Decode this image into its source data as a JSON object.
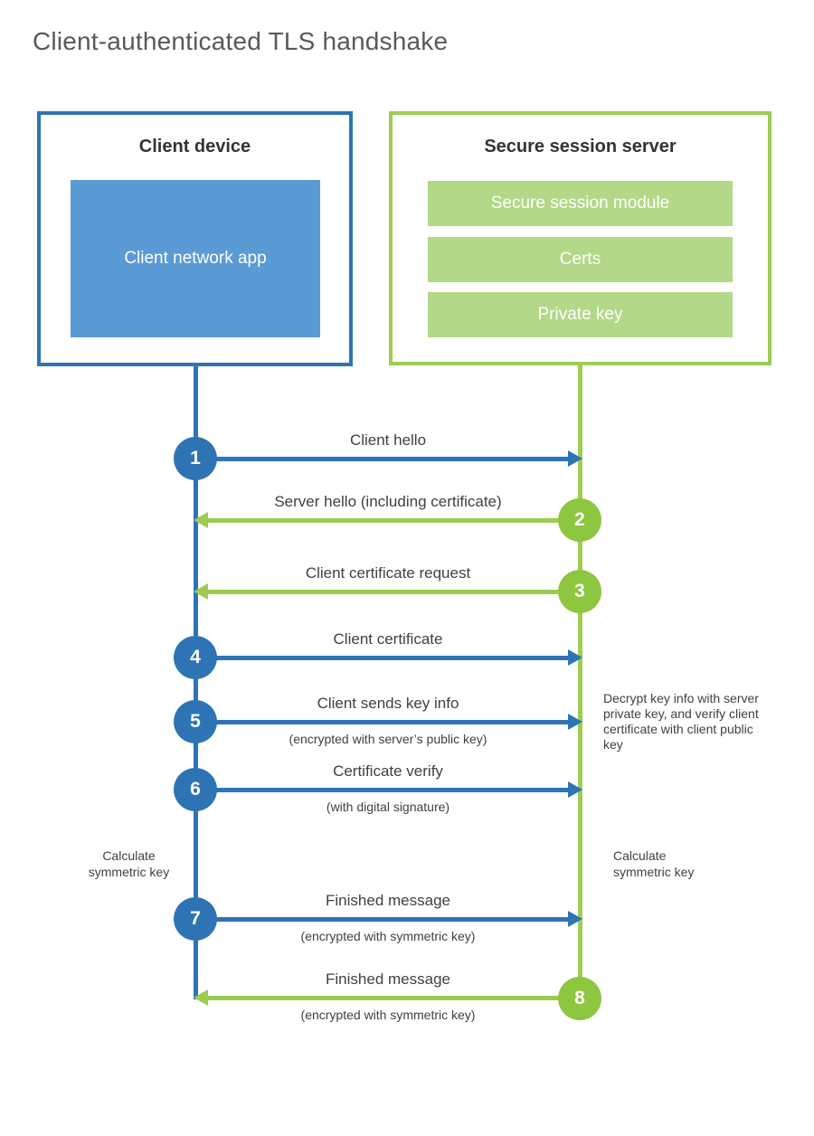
{
  "title": "Client-authenticated TLS handshake",
  "colors": {
    "blue": "#2e74b5",
    "blue_fill": "#5b9bd5",
    "green_line": "#9ccb50",
    "green_circle": "#8dc63f",
    "green_fill": "#b3d888",
    "text": "#414042"
  },
  "actors": {
    "client": {
      "title": "Client device",
      "module": "Client network app"
    },
    "server": {
      "title": "Secure session server",
      "modules": [
        {
          "label": "Secure session module"
        },
        {
          "label": "Certs"
        },
        {
          "label": "Private key"
        }
      ]
    }
  },
  "messages": [
    {
      "num": "1",
      "label": "Client hello",
      "sub": "",
      "direction": "right",
      "from": "client",
      "to": "server"
    },
    {
      "num": "2",
      "label": "Server hello (including certificate)",
      "sub": "",
      "direction": "left",
      "from": "server",
      "to": "client"
    },
    {
      "num": "3",
      "label": "Client certificate request",
      "sub": "",
      "direction": "left",
      "from": "server",
      "to": "client"
    },
    {
      "num": "4",
      "label": "Client certificate",
      "sub": "",
      "direction": "right",
      "from": "client",
      "to": "server"
    },
    {
      "num": "5",
      "label": "Client sends key info",
      "sub": "(encrypted with server’s public key)",
      "direction": "right",
      "from": "client",
      "to": "server"
    },
    {
      "num": "6",
      "label": "Certificate verify",
      "sub": "(with digital signature)",
      "direction": "right",
      "from": "client",
      "to": "server"
    },
    {
      "num": "7",
      "label": "Finished message",
      "sub": "(encrypted with symmetric key)",
      "direction": "right",
      "from": "client",
      "to": "server"
    },
    {
      "num": "8",
      "label": "Finished message",
      "sub": "(encrypted with symmetric key)",
      "direction": "left",
      "from": "server",
      "to": "client"
    }
  ],
  "annotations": {
    "decrypt_note": "Decrypt key info with server private key, and verify client certificate with client public key",
    "calc_left": "Calculate symmetric key",
    "calc_right": "Calculate symmetric key"
  }
}
